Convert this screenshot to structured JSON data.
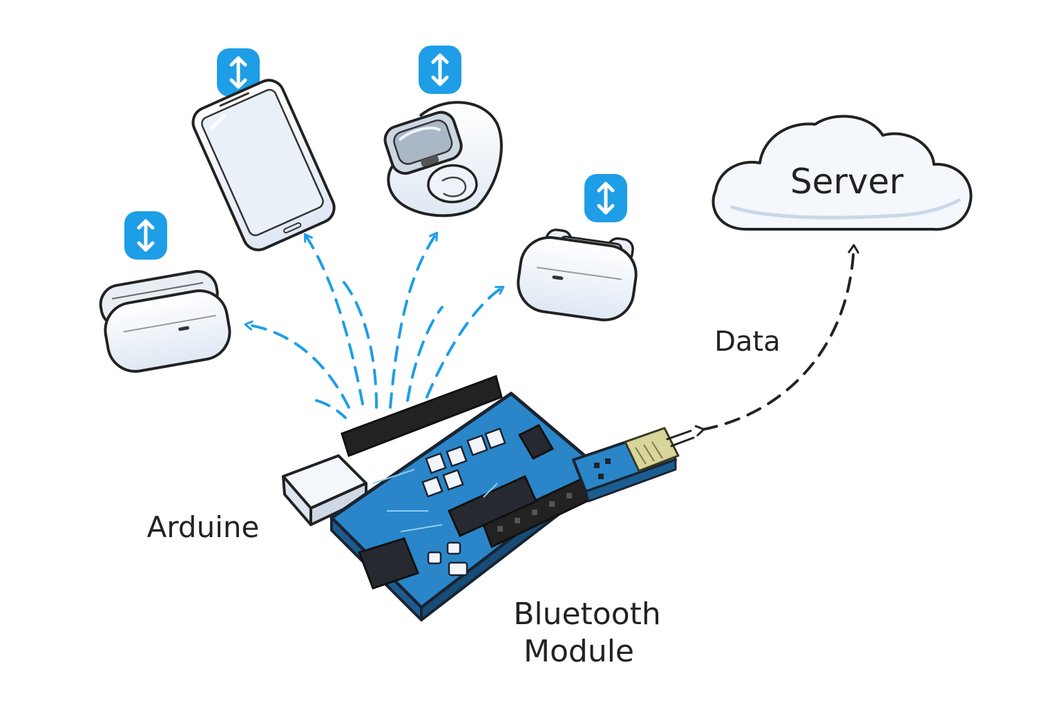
{
  "labels": {
    "server": "Server",
    "data": "Data",
    "arduino": "Arduine",
    "bluetooth_line1": "Bluetooth",
    "bluetooth_line2": "Module"
  },
  "icons": {
    "sync_badge": "up-down-arrow-icon",
    "phone": "smartphone-icon",
    "watch": "smartwatch-icon",
    "earbuds_case": "earbuds-case-icon",
    "cloud": "cloud-icon",
    "board": "arduino-board-icon",
    "usb_module": "bluetooth-usb-module-icon"
  },
  "colors": {
    "accent": "#1e9ee6",
    "board": "#2a86c8",
    "ink": "#222222",
    "device_fill": "#eef3fa"
  }
}
